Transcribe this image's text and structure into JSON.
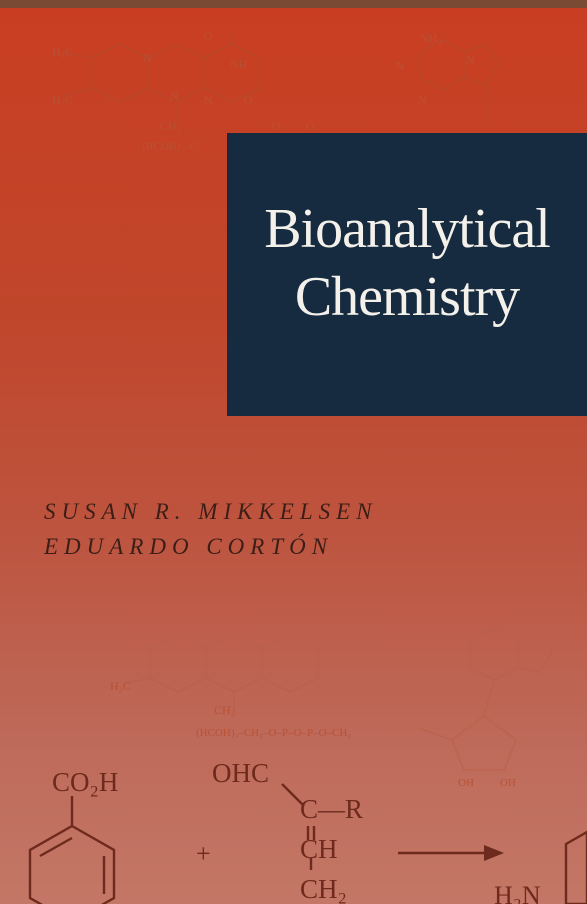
{
  "book": {
    "title_line1": "Bioanalytical",
    "title_line2": "Chemistry",
    "authors": [
      "SUSAN R. MIKKELSEN",
      "EDUARDO CORTÓN"
    ]
  },
  "faint_structure_labels": {
    "h3c_top": "H₃C",
    "h3c_mid": "H₃C",
    "o_top": "O",
    "nh": "NH",
    "n1": "N",
    "n2": "N",
    "n3": "N",
    "o_right": "O",
    "ch2": "CH₂",
    "hcoh": "(HCOH)₃–C",
    "nh2": "NH₂",
    "n_ad1": "N",
    "n_ad2": "N",
    "n_ad3": "N",
    "o_a": "O",
    "o_b": "O"
  },
  "faint_lower_labels": {
    "h3c": "H₃C",
    "ch2": "CH₂",
    "chain": "(HCOH)₃–CH₂–O–P–O–P–O–CH₂",
    "oh1": "OH",
    "oh2": "OH"
  },
  "reaction": {
    "co2h": "CO₂H",
    "ohc": "OHC",
    "c_r": "C—R",
    "ch": "CH",
    "ch2": "CH₂",
    "plus": "+",
    "h2n": "H₂N"
  },
  "colors": {
    "background_top": "#c93e22",
    "background_bottom": "#c47766",
    "title_box": "#162a40",
    "title_text": "#f4f1ea",
    "author_text": "#3c1e18",
    "reaction_ink": "#6e2a1c"
  }
}
